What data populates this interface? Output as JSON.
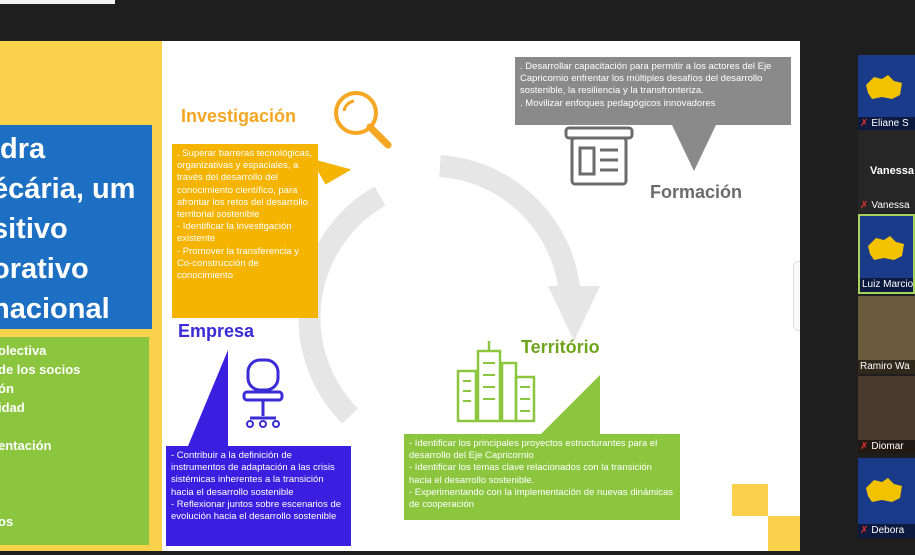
{
  "slide": {
    "left": {
      "title_lines": [
        "Idra",
        "écária, um",
        "sitivo",
        "orativo",
        "nacional"
      ],
      "list_items": [
        "olectiva",
        "de los socios",
        "ón",
        "idad",
        "",
        "entación",
        "",
        "",
        "",
        "os"
      ]
    },
    "investigacion": {
      "heading": "Investigación",
      "text": ". Superar barreras tecnológicas, organizativas y espaciales, a través del desarrollo del conocimiento científico, para afrontar los retos del desarrollo territorial sostenible\n- Identificar la investigación existente\n- Promover la transferencia y Co-construcción de conocimiento"
    },
    "formacion": {
      "heading": "Formación",
      "text": ". Desarrollar capacitación para permitir a los actores del Eje Capricornio enfrentar los múltiples desafíos del desarrollo sostenible, la resiliencia y la transfronteriza.\n. Movilizar enfoques pedagógicos innovadores"
    },
    "empresa": {
      "heading": "Empresa",
      "text": "- Contribuir a la definición de instrumentos de adaptación a las crisis sistémicas inherentes a la transición hacia el desarrollo sostenible\n- Reflexionar juntos sobre escenarios de evolución hacia el desarrollo sostenible"
    },
    "territorio": {
      "heading": "Território",
      "text": "- Identificar los principales proyectos estructurantes para el desarrollo del Eje Capricornio\n- Identificar los temas clave relacionados con la transición hacia el desarrollo sostenible.\n- Experimentando con la implementación de nuevas dinámicas de cooperación"
    },
    "colors": {
      "yellow": "#f9d14a",
      "orange": "#f5b400",
      "blue_title": "#1c6fc2",
      "green": "#8cc63f",
      "purple": "#3a1fe0",
      "grey": "#8a8a8a"
    }
  },
  "participants": [
    {
      "name": "Eliane S",
      "muted": true
    },
    {
      "name": "Vanessa",
      "label_big": "Vanessa",
      "muted": true
    },
    {
      "name": "Luiz Marcio",
      "muted": false,
      "active": true
    },
    {
      "name": "Ramiro Wa",
      "muted": false
    },
    {
      "name": "Diomar",
      "muted": true
    },
    {
      "name": "Debora",
      "muted": true
    }
  ]
}
